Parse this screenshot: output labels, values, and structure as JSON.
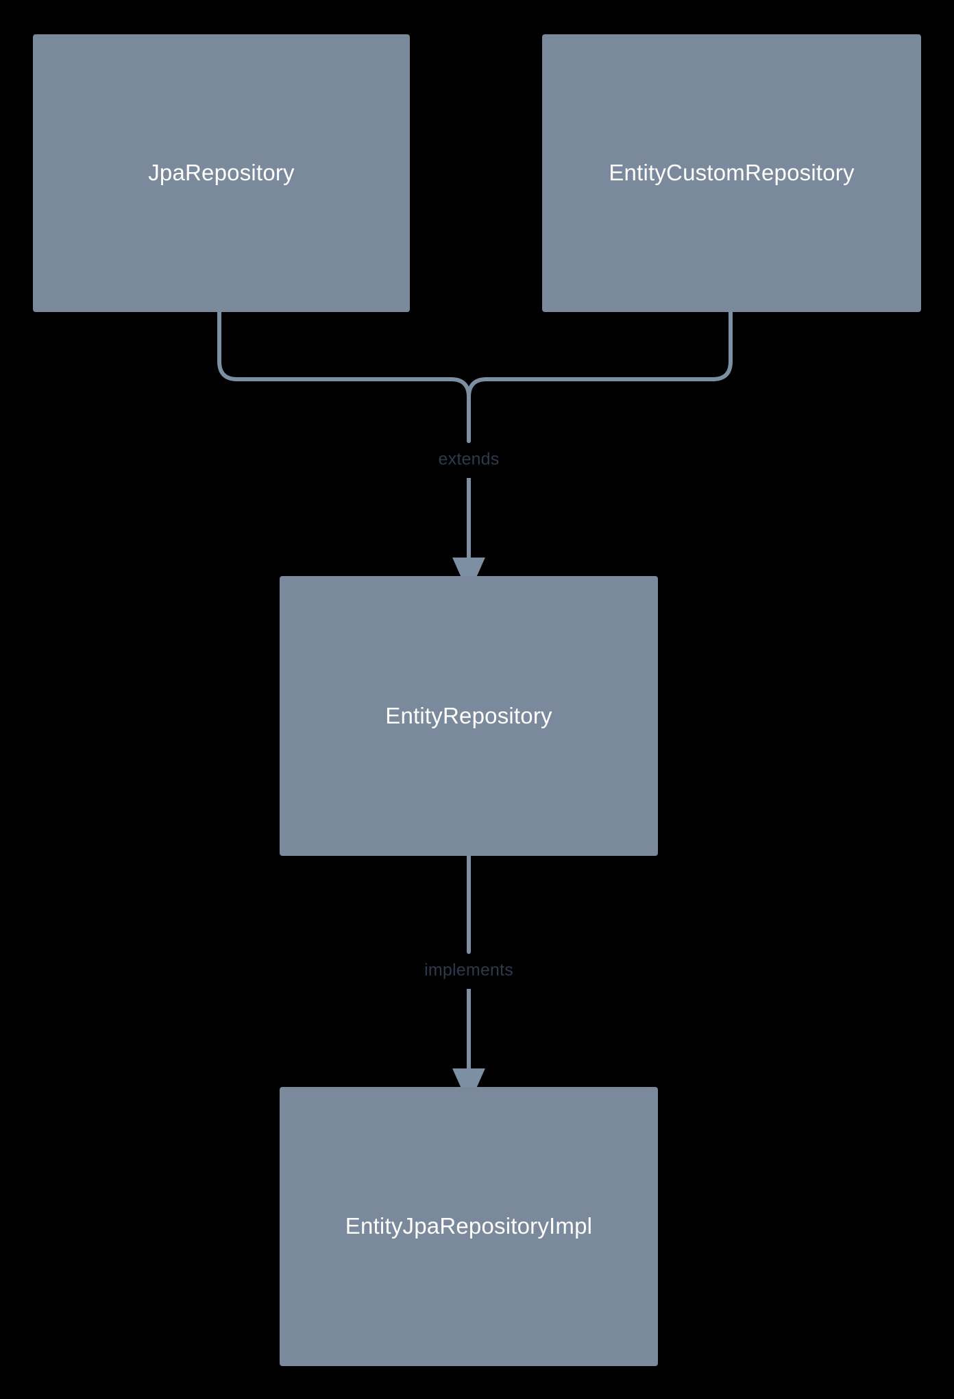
{
  "diagram": {
    "type": "class-hierarchy",
    "background_color": "#000000",
    "node_fill_color": "#7a8a9c",
    "node_label_color": "#ffffff",
    "edge_color": "#7d8fa3",
    "edge_label_color": "#2c3a4c",
    "nodes": [
      {
        "id": "jpa-repository",
        "label": "JpaRepository"
      },
      {
        "id": "entity-custom-repo",
        "label": "EntityCustomRepository"
      },
      {
        "id": "entity-repository",
        "label": "EntityRepository"
      },
      {
        "id": "entity-jpa-repo-impl",
        "label": "EntityJpaRepositoryImpl"
      }
    ],
    "edges": [
      {
        "id": "extends-1",
        "from": "jpa-repository",
        "to": "entity-repository",
        "label": "extends"
      },
      {
        "id": "extends-2",
        "from": "entity-custom-repo",
        "to": "entity-repository",
        "label": "extends"
      },
      {
        "id": "implements",
        "from": "entity-repository",
        "to": "entity-jpa-repo-impl",
        "label": "implements"
      }
    ]
  }
}
